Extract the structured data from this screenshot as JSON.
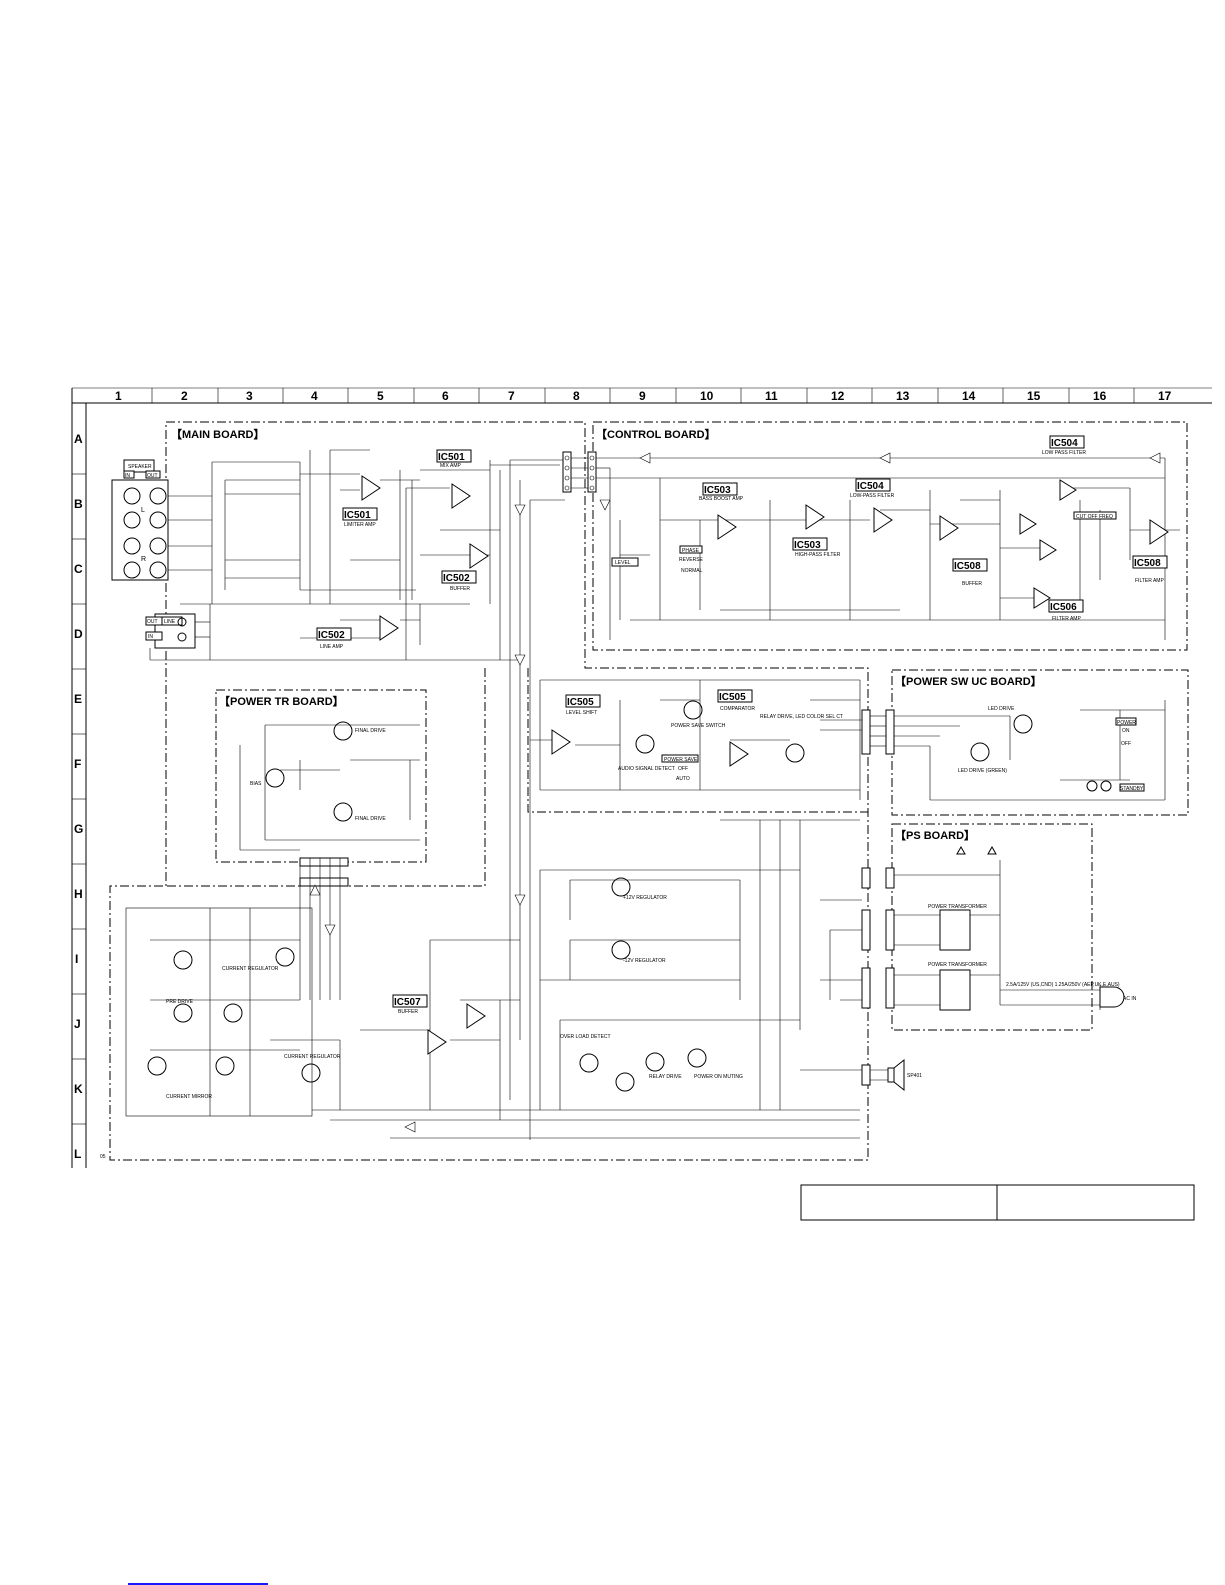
{
  "column_numbers": [
    "1",
    "2",
    "3",
    "4",
    "5",
    "6",
    "7",
    "8",
    "9",
    "10",
    "11",
    "12",
    "13",
    "14",
    "15",
    "16",
    "17"
  ],
  "row_letters": [
    "A",
    "B",
    "C",
    "D",
    "E",
    "F",
    "G",
    "H",
    "I",
    "J",
    "K",
    "L"
  ],
  "boards": {
    "main": "【MAIN BOARD】",
    "control": "【CONTROL BOARD】",
    "power_tr": "【POWER TR BOARD】",
    "power_sw": "【POWER SW UC BOARD】",
    "ps": "【PS BOARD】"
  },
  "ics": {
    "ic501_mix": "IC501",
    "ic501_mix_sub": "MIX AMP",
    "ic501_lim": "IC501",
    "ic501_lim_sub": "LIMITER AMP",
    "ic502_buf": "IC502",
    "ic502_buf_sub": "BUFFER",
    "ic502_line": "IC502",
    "ic502_line_sub": "LINE AMP",
    "ic503_bass": "IC503",
    "ic503_bass_sub": "BASS BOOST AMP",
    "ic503_hp": "IC503",
    "ic503_hp_sub": "HIGH-PASS FILTER",
    "ic504_lp": "IC504",
    "ic504_lp_sub": "LOW-PASS FILTER",
    "ic504_top": "IC504",
    "ic504_top_sub": "LOW PASS FILTER",
    "ic508_buf": "IC508",
    "ic508_buf_sub": "BUFFER",
    "ic508_filt": "IC508",
    "ic508_filt_sub": "FILTER AMP",
    "ic506": "IC506",
    "ic506_sub": "FILTER AMP",
    "ic505_ls": "IC505",
    "ic505_ls_sub": "LEVEL SHIFT",
    "ic505_cmp": "IC505",
    "ic505_cmp_sub": "COMPARATOR",
    "ic507": "IC507",
    "ic507_sub": "BUFFER"
  },
  "transistor_notes": {
    "q609": "FINAL DRIVE",
    "q610": "FINAL DRIVE",
    "q607": "BIAS",
    "q605": "CURRENT REGULATOR",
    "q601": "PRE DRIVE",
    "q604": "CURRENT MIRROR",
    "q613": "CURRENT REGULATOR",
    "q601_12v": "+12V REGULATOR",
    "q602_12v": "-12V REGULATOR",
    "q614": "OVER LOAD DETECT",
    "q612": "RELAY DRIVE",
    "q616": "POWER ON MUTING",
    "q502": "POWER SAVE SWITCH",
    "q503": "AUDIO SIGNAL DETECT",
    "q505": "RELAY DRIVE, LED COLOR SEL CT",
    "q501_led": "LED DRIVE",
    "q502_led": "LED DRIVE (GREEN)"
  },
  "ps_labels": {
    "transformer1": "POWER TRANSFORMER",
    "transformer2": "POWER TRANSFORMER",
    "fuse": "2.5A/125V (US,CND) 1.25A/250V (AEP,UK,E,AUS)",
    "ac_in": "AC IN"
  },
  "io_labels": {
    "speaker": "SPEAKER",
    "in": "IN",
    "out": "OUT",
    "line_in": "LINE",
    "line_out": "OUT",
    "line_jack_in": "IN",
    "l": "L",
    "r": "R",
    "sp": "SP401"
  },
  "switches": {
    "phase": "PHASE",
    "reverse": "REVERSE",
    "normal": "NORMAL",
    "power_save": "POWER SAVE",
    "off": "OFF",
    "auto": "AUTO",
    "power": "POWER",
    "on": "ON",
    "off2": "OFF",
    "standby": "STANDBY",
    "cutoff": "CUT OFF FREQ",
    "level": "LEVEL"
  },
  "footer_code": "05"
}
